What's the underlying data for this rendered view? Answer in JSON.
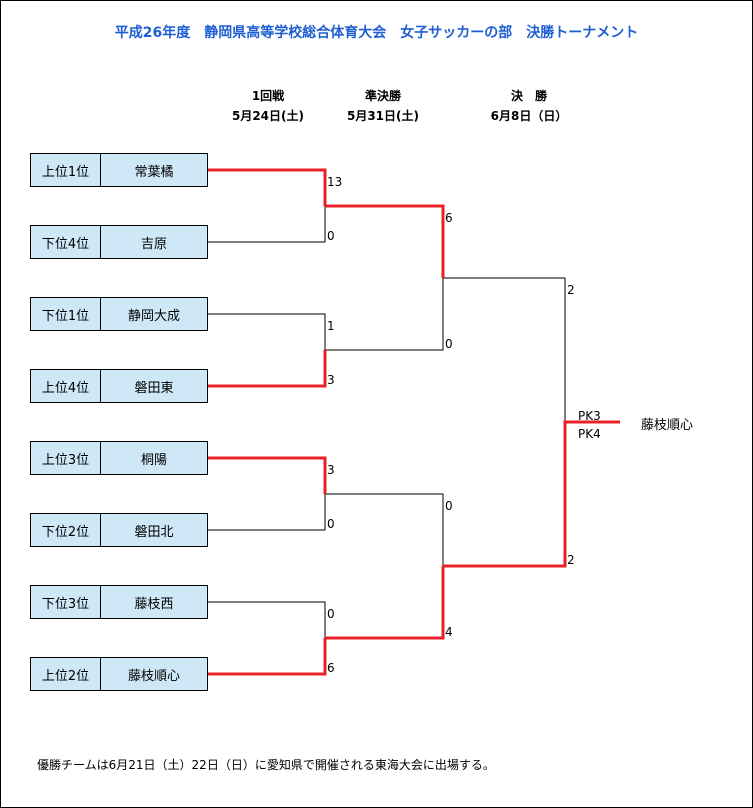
{
  "title": "平成26年度　静岡県高等学校総合体育大会　女子サッカーの部　決勝トーナメント",
  "rounds": [
    {
      "name": "1回戦",
      "date": "5月24日(土)"
    },
    {
      "name": "準決勝",
      "date": "5月31日(土)"
    },
    {
      "name": "決　勝",
      "date": "6月8日（日）"
    }
  ],
  "teams": [
    {
      "seed": "上位1位",
      "name": "常葉橘"
    },
    {
      "seed": "下位4位",
      "name": "吉原"
    },
    {
      "seed": "下位1位",
      "name": "静岡大成"
    },
    {
      "seed": "上位4位",
      "name": "磐田東"
    },
    {
      "seed": "上位3位",
      "name": "桐陽"
    },
    {
      "seed": "下位2位",
      "name": "磐田北"
    },
    {
      "seed": "下位3位",
      "name": "藤枝西"
    },
    {
      "seed": "上位2位",
      "name": "藤枝順心"
    }
  ],
  "scores": {
    "r1": [
      "13",
      "0",
      "1",
      "3",
      "3",
      "0",
      "0",
      "6"
    ],
    "sf": [
      "6",
      "0",
      "0",
      "4"
    ],
    "final": [
      "2",
      "2"
    ],
    "pk": [
      "PK3",
      "PK4"
    ]
  },
  "champion": "藤枝順心",
  "footer": "優勝チームは6月21日（土）22日（日）に愛知県で開催される東海大会に出場する。",
  "colors": {
    "title": "#1f5fd3",
    "win_line": "#e8202a",
    "team_bg": "#cfe8f7"
  }
}
